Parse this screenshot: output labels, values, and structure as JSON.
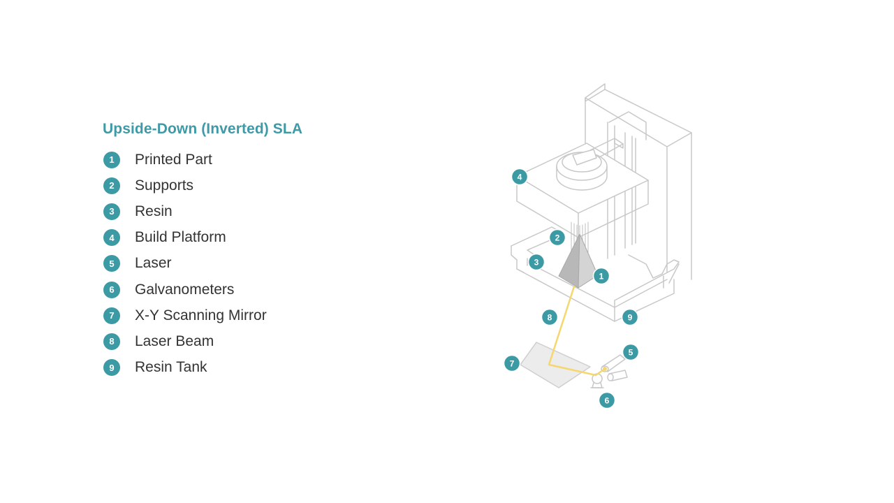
{
  "title": "Upside-Down (Inverted) SLA",
  "legend": [
    {
      "num": "1",
      "label": "Printed Part"
    },
    {
      "num": "2",
      "label": "Supports"
    },
    {
      "num": "3",
      "label": "Resin"
    },
    {
      "num": "4",
      "label": "Build Platform"
    },
    {
      "num": "5",
      "label": "Laser"
    },
    {
      "num": "6",
      "label": "Galvanometers"
    },
    {
      "num": "7",
      "label": "X-Y Scanning Mirror"
    },
    {
      "num": "8",
      "label": "Laser Beam"
    },
    {
      "num": "9",
      "label": "Resin Tank"
    }
  ],
  "diagram_markers": [
    "1",
    "2",
    "3",
    "4",
    "5",
    "6",
    "7",
    "8",
    "9"
  ],
  "colors": {
    "accent": "#3b9aa3",
    "title": "#3e9aa6",
    "text": "#333333",
    "line": "#c8c8c8",
    "beam": "#f5d76e",
    "part": "#bdbdbd"
  }
}
